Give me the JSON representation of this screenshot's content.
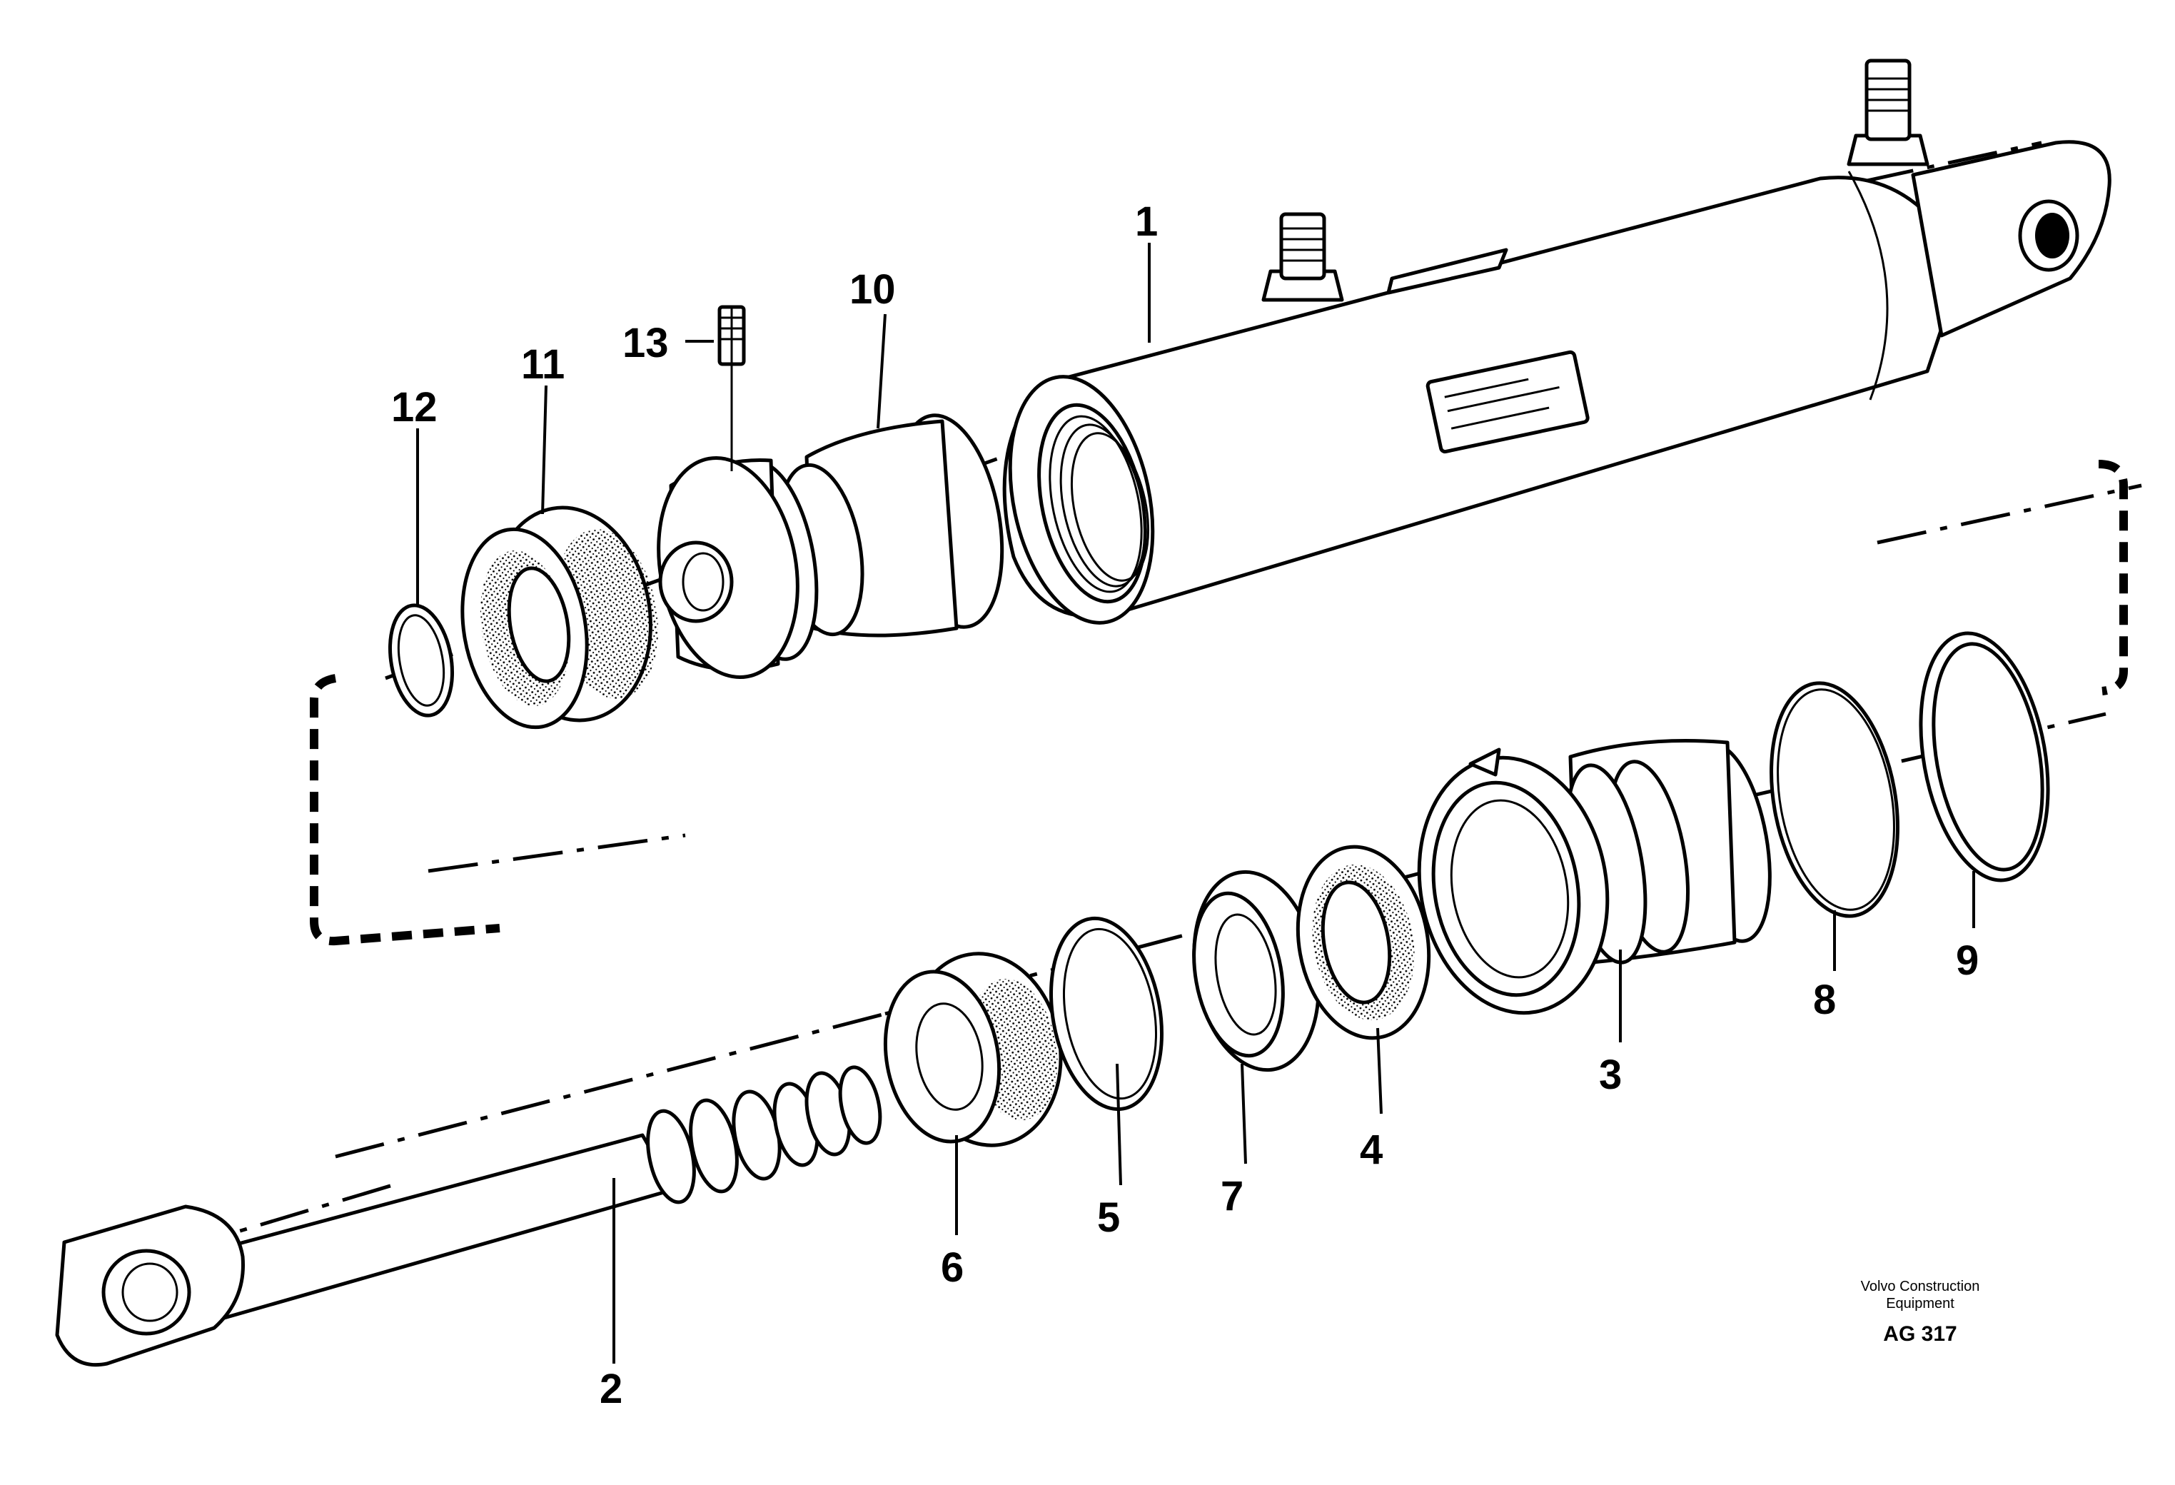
{
  "diagram": {
    "callouts": {
      "c1": "1",
      "c2": "2",
      "c3": "3",
      "c4": "4",
      "c5": "5",
      "c6": "6",
      "c7": "7",
      "c8": "8",
      "c9": "9",
      "c10": "10",
      "c11": "11",
      "c12": "12",
      "c13": "13"
    },
    "credit": {
      "line1": "Volvo Construction",
      "line2": "Equipment"
    },
    "reference_code": "AG 317"
  }
}
